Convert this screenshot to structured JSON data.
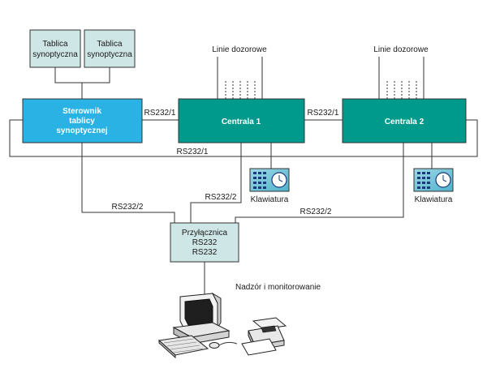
{
  "colors": {
    "light_box": "#cfe6e6",
    "cyan_box": "#29b2e3",
    "teal_box": "#009a8c",
    "keypad_bg": "#6ec4d8",
    "line": "#333333"
  },
  "nodes": {
    "panel_1": {
      "line1": "Tablica",
      "line2": "synoptyczna"
    },
    "panel_2": {
      "line1": "Tablica",
      "line2": "synoptyczna"
    },
    "controller": {
      "line1": "Sterownik",
      "line2": "tablicy",
      "line3": "synoptycznej"
    },
    "central_1": {
      "label": "Centrala 1"
    },
    "central_2": {
      "label": "Centrala 2"
    },
    "adapter": {
      "line1": "Przyłącznica",
      "line2": "RS232",
      "line3": "RS232"
    }
  },
  "labels": {
    "linie_1": "Linie dozorowe",
    "linie_2": "Linie dozorowe",
    "rs232_1_left": "RS232/1",
    "rs232_1_mid": "RS232/1",
    "rs232_1_bottom": "RS232/1",
    "rs232_2_left": "RS232/2",
    "rs232_2_center": "RS232/2",
    "rs232_2_right": "RS232/2",
    "klawiatura_1": "Klawiatura",
    "klawiatura_2": "Klawiatura",
    "monitoring": "Nadzór i monitorowanie"
  },
  "icons": {
    "keypad": "keypad-icon",
    "computer": "computer-icon",
    "printer": "printer-icon"
  }
}
